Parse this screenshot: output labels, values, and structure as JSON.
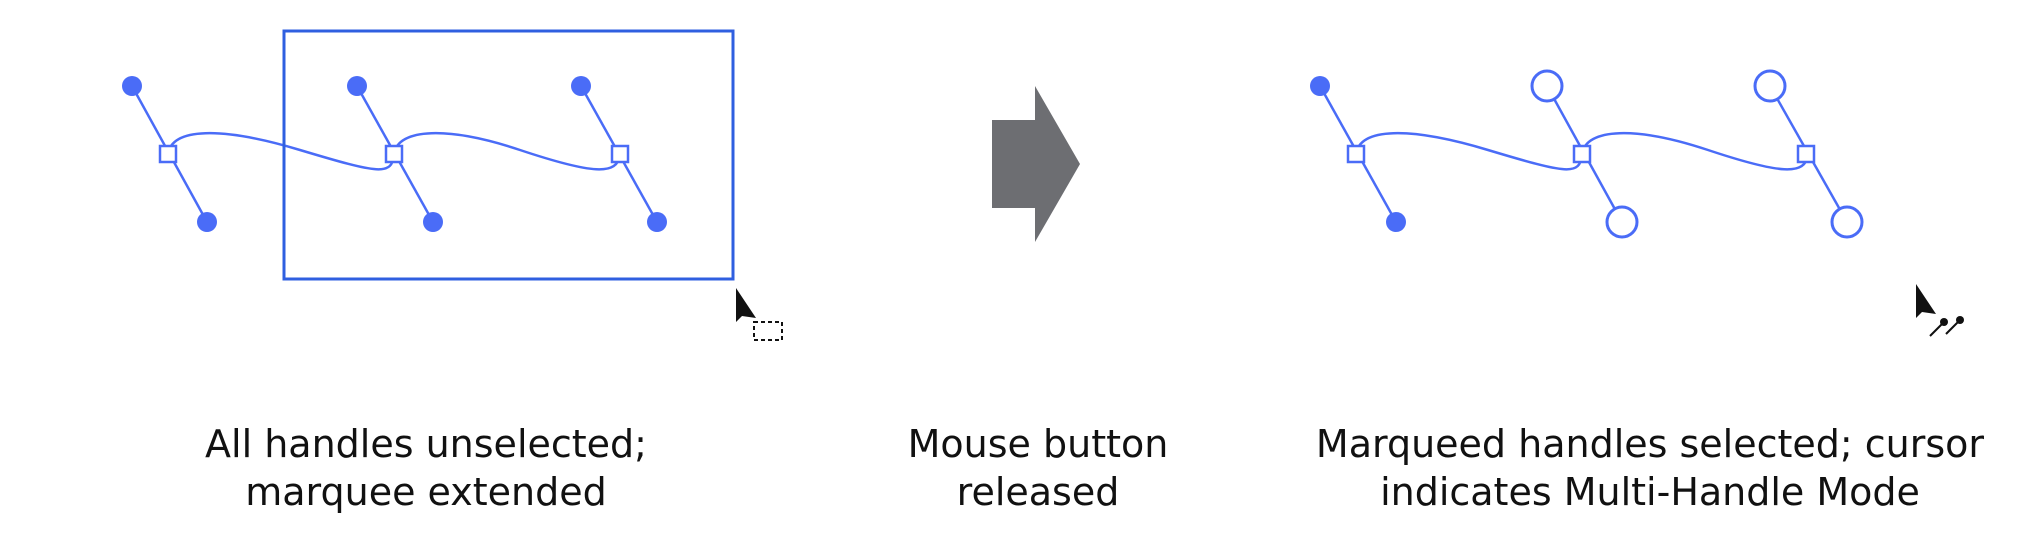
{
  "colors": {
    "accent": "#4a6cf7",
    "arrow": "#6d6e72",
    "cursor": "#111111",
    "background": "#ffffff"
  },
  "panels": [
    {
      "name": "before",
      "caption_lines": [
        "All handles unselected;",
        "marquee extended"
      ]
    },
    {
      "name": "transition",
      "caption_lines": [
        "Mouse button",
        "released"
      ]
    },
    {
      "name": "after",
      "caption_lines": [
        "Marqueed handles selected; cursor",
        "indicates Multi-Handle Mode"
      ]
    }
  ],
  "icons": {
    "transition_arrow": "arrow-right-icon",
    "marquee_cursor": "marquee-cursor-icon",
    "multi_handle_cursor": "multi-handle-cursor-icon"
  }
}
